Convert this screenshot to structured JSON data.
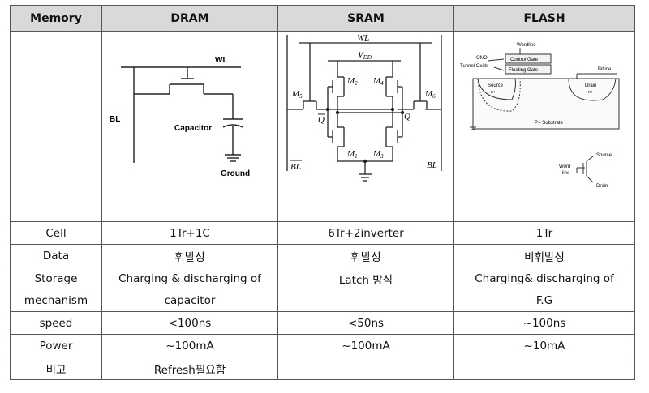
{
  "headers": [
    "Memory",
    "DRAM",
    "SRAM",
    "FLASH"
  ],
  "diagrams": {
    "dram": {
      "wl": "WL",
      "bl": "BL",
      "capacitor": "Capacitor",
      "ground": "Ground"
    },
    "sram": {
      "wl": "WL",
      "vdd": "V",
      "vdd_sub": "DD",
      "m5": "M",
      "m5_sub": "5",
      "m6": "M",
      "m6_sub": "6",
      "m2": "M",
      "m2_sub": "2",
      "m4": "M",
      "m4_sub": "4",
      "m1": "M",
      "m1_sub": "1",
      "m3": "M",
      "m3_sub": "3",
      "qbar": "Q",
      "q": "Q",
      "blbar": "BL",
      "bl": "BL"
    },
    "flash": {
      "wordline": "Wordline",
      "ono": "ONO",
      "tunnel_oxide": "Tunnel Oxide",
      "control_gate": "Control Gate",
      "floating_gate": "Floating Gate",
      "bitline": "Bitline",
      "source": "Source",
      "source_sub": "n+",
      "drain": "Drain",
      "drain_sub": "n+",
      "substrate": "P - Substrate",
      "sym_source": "Source",
      "sym_word": "Word",
      "sym_line": "line",
      "sym_drain": "Drain"
    }
  },
  "rows": {
    "cell": {
      "label": "Cell",
      "dram": "1Tr+1C",
      "sram": "6Tr+2inverter",
      "flash": "1Tr"
    },
    "data": {
      "label": "Data",
      "dram": "휘발성",
      "sram": "휘발성",
      "flash": "비휘발성"
    },
    "storage": {
      "label1": "Storage",
      "label2": "mechanism",
      "dram1": "Charging & discharging of",
      "dram2": "capacitor",
      "sram": "Latch 방식",
      "flash1": "Charging& discharging of",
      "flash2": "F.G"
    },
    "speed": {
      "label": "speed",
      "dram": "<100ns",
      "sram": "<50ns",
      "flash": "~100ns"
    },
    "power": {
      "label": "Power",
      "dram": "~100mA",
      "sram": "~100mA",
      "flash": "~10mA"
    },
    "note": {
      "label": "비고",
      "dram": "Refresh필요함",
      "sram": "",
      "flash": ""
    }
  }
}
